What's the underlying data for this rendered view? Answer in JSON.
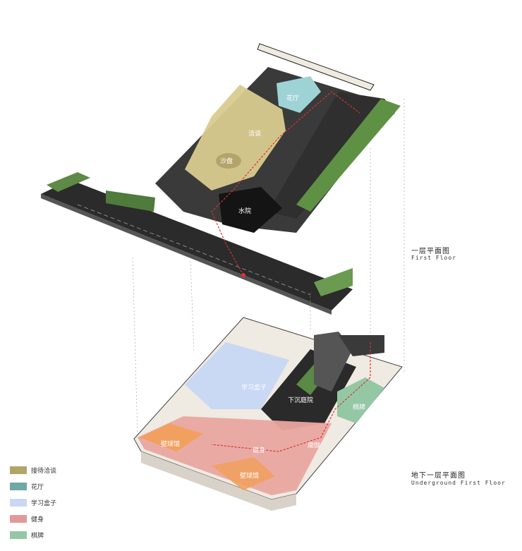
{
  "first_floor": {
    "title": "一层平面图",
    "subtitle": "First Floor",
    "room_labels": {
      "flower_hall": "花厅",
      "negotiation": "洽谈",
      "sand_table": "沙盘",
      "water_court": "水院"
    }
  },
  "basement": {
    "title": "地下一层平面图",
    "subtitle": "Underground First Floor",
    "room_labels": {
      "study_box": "学习盒子",
      "sunken_court": "下沉庭院",
      "chess": "棋牌",
      "gym": "健身",
      "wall_court_a": "壁球馆",
      "wall_court_b": "壁球馆",
      "yoga": "瑜伽"
    }
  },
  "legend": [
    {
      "label": "接待洽谈",
      "color": "#b3a46a"
    },
    {
      "label": "花厅",
      "color": "#6fa8a4"
    },
    {
      "label": "学习盒子",
      "color": "#c9d8f3"
    },
    {
      "label": "健身",
      "color": "#e19a9b"
    },
    {
      "label": "棋牌",
      "color": "#94c7a4"
    }
  ]
}
